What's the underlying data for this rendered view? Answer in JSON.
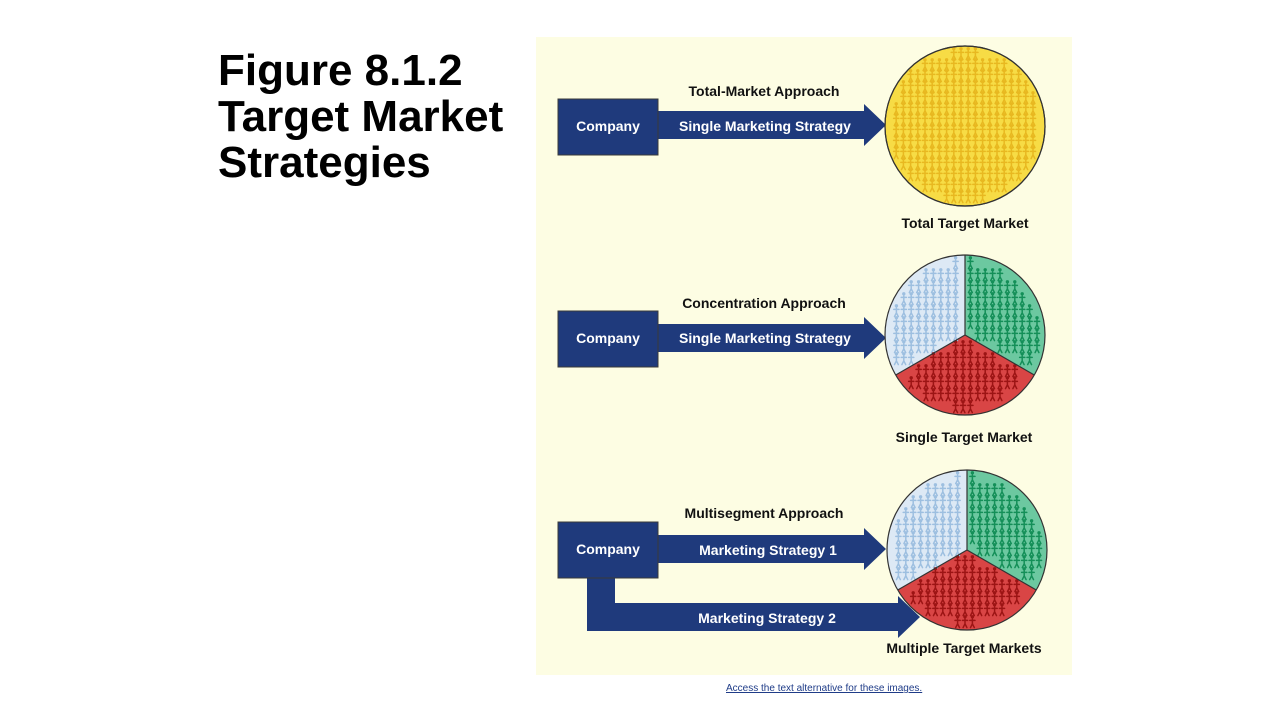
{
  "slide": {
    "title_lines": [
      "Figure 8.1.2",
      "Target Market",
      "Strategies"
    ]
  },
  "panels": {
    "total": {
      "approach": "Total-Market Approach",
      "company": "Company",
      "strategy": "Single Marketing Strategy",
      "market": "Total Target Market"
    },
    "concentration": {
      "approach": "Concentration Approach",
      "company": "Company",
      "strategy": "Single Marketing Strategy",
      "market": "Single Target Market"
    },
    "multisegment": {
      "approach": "Multisegment Approach",
      "company": "Company",
      "strategy1": "Marketing Strategy 1",
      "strategy2": "Marketing Strategy 2",
      "market": "Multiple Target Markets"
    }
  },
  "link": {
    "text": "Access the text alternative for these images."
  },
  "colors": {
    "navy": "#1f3a7c",
    "figure_background": "#fdfde3",
    "yellow": "#f7dc45",
    "yellow_people": "#e8b820",
    "light_blue": "#dde9f5",
    "blue_people": "#9dbfe0",
    "green": "#6cc8a0",
    "green_people": "#148f58",
    "red": "#d94545",
    "red_people": "#9c1414"
  }
}
